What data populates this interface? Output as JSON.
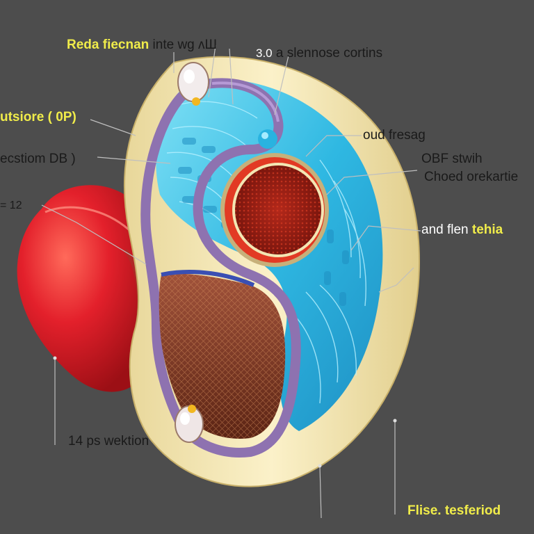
{
  "labels": {
    "top_left_yellow": "Reda fiecnan",
    "top_left_dark": "inte wɡ ʌШ",
    "top_right_white": "3.0",
    "top_right_dark": "a slennose cortins",
    "left_1": "utsiore ( 0P)",
    "left_2": "ecstiom DB )",
    "left_3": "= 12",
    "right_1": "oud fresag",
    "right_2": "OBF stwih",
    "right_3": "Choed orekartie",
    "right_4_white": "and flen",
    "right_4_yellow": "tehia",
    "bottom_left": "14 ps wektion",
    "bottom_right": "Flise. tesferiod"
  },
  "colors": {
    "background": "#4d4d4d",
    "label_yellow": "#f0ec4a",
    "outer_shell": "#f3e6b3",
    "purple_membrane": "#8e72b0",
    "cyan_tissue": "#39c3e6",
    "red_organ": "#e3202b",
    "core_red": "#9a1c12",
    "fiber_brown": "#7a3a22"
  }
}
